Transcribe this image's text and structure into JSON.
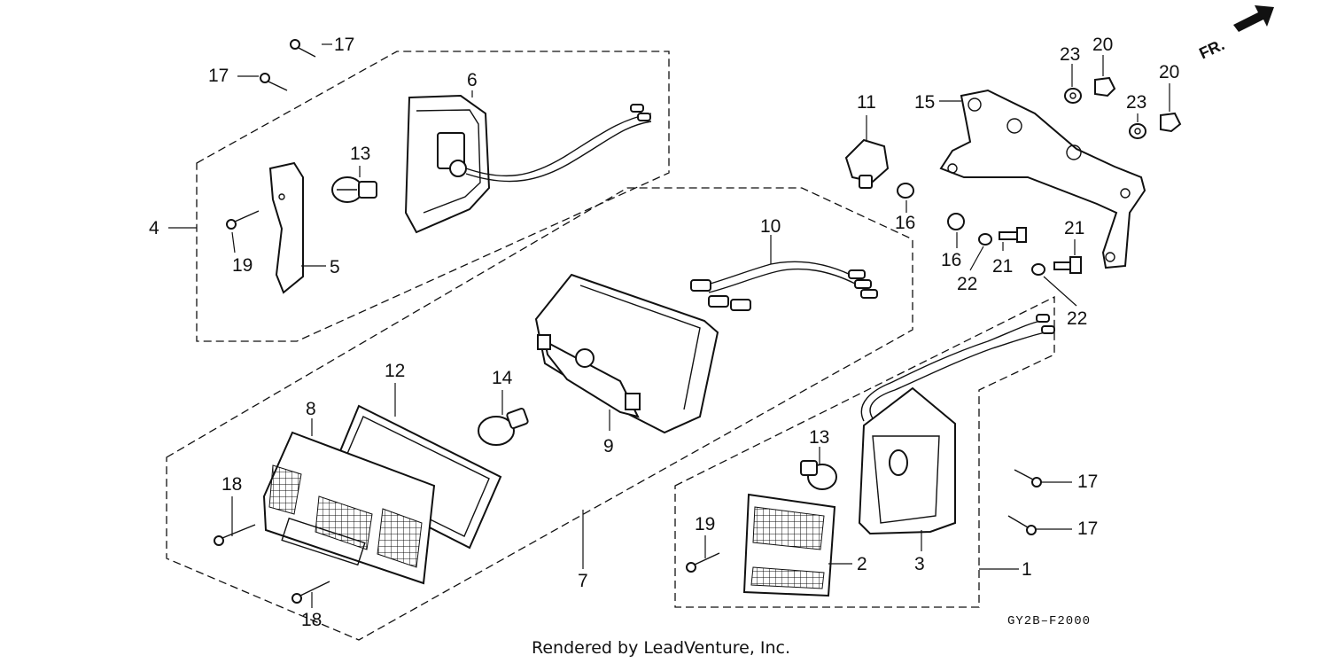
{
  "direction_label": "FR.",
  "diagram_code": "GY2B–F2000",
  "credit": "Rendered by LeadVenture, Inc.",
  "callouts": {
    "c1": "1",
    "c2": "2",
    "c3": "3",
    "c4": "4",
    "c5": "5",
    "c6": "6",
    "c7": "7",
    "c8": "8",
    "c9": "9",
    "c10": "10",
    "c11": "11",
    "c12": "12",
    "c13a": "13",
    "c13b": "13",
    "c14": "14",
    "c15": "15",
    "c16a": "16",
    "c16b": "16",
    "c17a": "17",
    "c17b": "17",
    "c17c": "17",
    "c17d": "17",
    "c18a": "18",
    "c18b": "18",
    "c19a": "19",
    "c19b": "19",
    "c20a": "20",
    "c20b": "20",
    "c21a": "21",
    "c21b": "21",
    "c22a": "22",
    "c22b": "22",
    "c23a": "23",
    "c23b": "23"
  }
}
